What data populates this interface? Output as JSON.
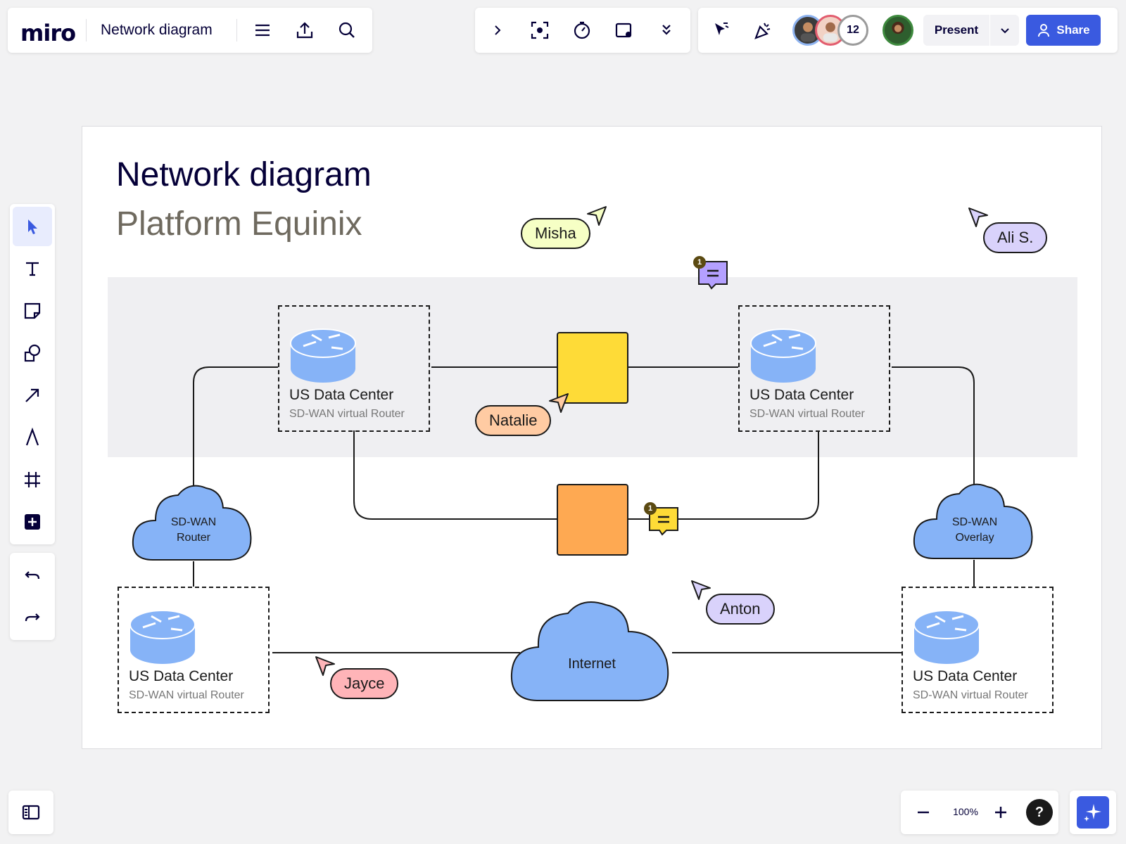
{
  "app": {
    "logo": "miro",
    "board_name": "Network diagram"
  },
  "toolbar": {
    "present_label": "Present",
    "share_label": "Share",
    "collaborator_count": "12"
  },
  "colors": {
    "accent": "#3a5ae0",
    "cloud_fill": "#86b3f7",
    "sticky_yellow": "#fedb37",
    "sticky_orange": "#fea952"
  },
  "board": {
    "title": "Network diagram",
    "subtitle": "Platform Equinix",
    "router_boxes": [
      {
        "title": "US Data Center",
        "subtitle": "SD-WAN virtual Router"
      },
      {
        "title": "US Data Center",
        "subtitle": "SD-WAN virtual Router"
      },
      {
        "title": "US Data Center",
        "subtitle": "SD-WAN virtual Router"
      },
      {
        "title": "US Data Center",
        "subtitle": "SD-WAN virtual Router"
      }
    ],
    "clouds": {
      "router": [
        "SD-WAN",
        "Router"
      ],
      "overlay": [
        "SD-WAN",
        "Overlay"
      ],
      "internet": "Internet"
    },
    "comments": [
      {
        "count": "1"
      },
      {
        "count": "1"
      }
    ]
  },
  "cursors": [
    {
      "name": "Misha",
      "color": "#f6ffc5"
    },
    {
      "name": "Ali S.",
      "color": "#d9d2fb"
    },
    {
      "name": "Natalie",
      "color": "#ffcba3"
    },
    {
      "name": "Anton",
      "color": "#d9d2fb"
    },
    {
      "name": "Jayce",
      "color": "#ffb4b8"
    }
  ],
  "zoom": {
    "level": "100%"
  },
  "help": {
    "label": "?"
  }
}
